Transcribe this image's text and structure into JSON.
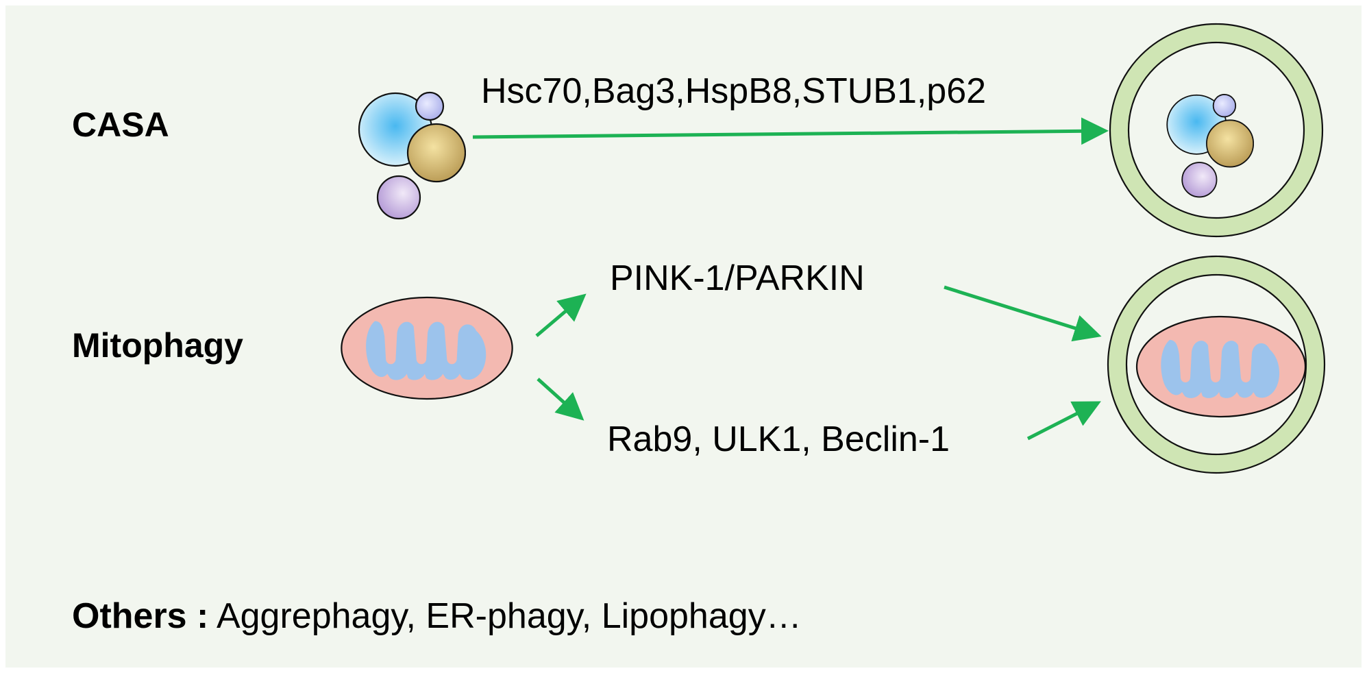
{
  "rows": {
    "casa": {
      "label": "CASA",
      "proteins": "Hsc70,Bag3,HspB8,STUB1,p62"
    },
    "mitophagy": {
      "label": "Mitophagy",
      "pathway_upper": "PINK-1/PARKIN",
      "pathway_lower": "Rab9, ULK1, Beclin-1"
    }
  },
  "footer": {
    "title": "Others :",
    "items": "Aggrephagy, ER-phagy, Lipophagy…"
  },
  "colors": {
    "background": "#f2f6ef",
    "arrow": "#1db254",
    "autophagosome_ring": "#cfe5b4",
    "sphere_blue": "#8fd3f4",
    "sphere_gold": "#d9c27a",
    "sphere_purple": "#c9b4e0",
    "sphere_lavender": "#c3c6f2",
    "mito_outer": "#f3b9b1",
    "mito_inner": "#9cc3ec"
  }
}
